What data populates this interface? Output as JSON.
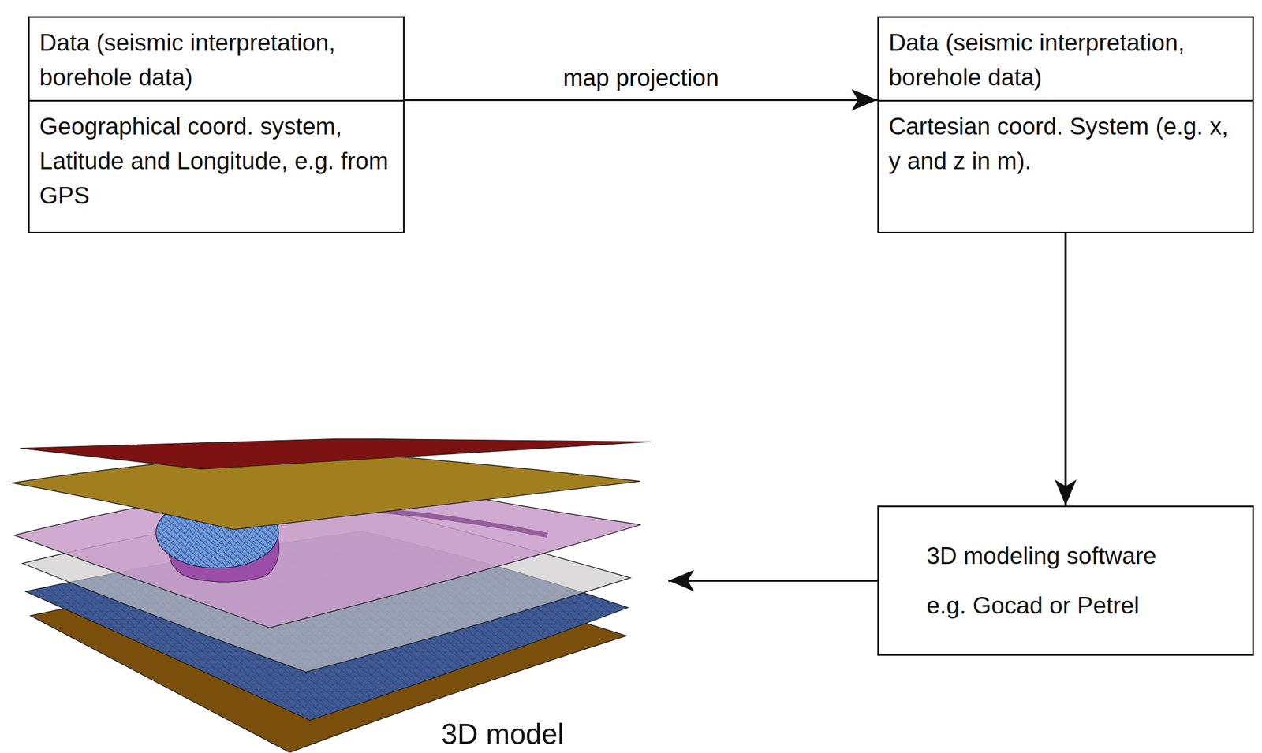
{
  "diagram": {
    "nodes": [
      {
        "text": [
          "Data (seismic interpretation, borehole data)",
          "Geographical coord. system, Latitude and Longitude, e.g. from GPS"
        ]
      },
      {
        "text": [
          "Data (seismic interpretation, borehole data)",
          "Cartesian coord. System (e.g. x, y and z in m)."
        ]
      },
      {
        "text": [
          "3D modeling software",
          "e.g. Gocad or Petrel"
        ]
      },
      {
        "text": [
          "3D model"
        ]
      }
    ],
    "edges": [
      {
        "from": 0,
        "to": 1,
        "label": "map projection",
        "arrow": "to"
      },
      {
        "from": 1,
        "to": 2,
        "arrow": "to"
      },
      {
        "from": 2,
        "to": 3,
        "arrow": "to"
      }
    ]
  }
}
